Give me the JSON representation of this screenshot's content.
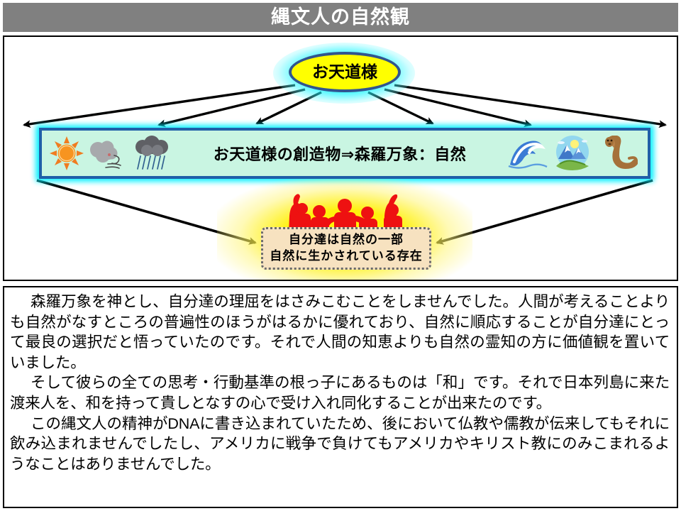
{
  "title": {
    "text": "縄文人の自然観"
  },
  "diagram": {
    "top_node": {
      "label": "お天道様",
      "fill_color": "#ffff00",
      "border_color": "#31558f",
      "glow_color": "#00ffff"
    },
    "band": {
      "label": "お天道様の創造物⇒森羅万象：自然",
      "fill_color": "#c9f5e2",
      "border_color": "#1f5fa8",
      "glow_color": "#00f0ff",
      "icons_left": [
        "sun-icon",
        "wind-cloud-icon",
        "rain-cloud-icon"
      ],
      "icons_right": [
        "wave-icon",
        "mountain-landscape-icon",
        "otter-icon"
      ]
    },
    "callout": {
      "line1": "自分達は自然の一部",
      "line2": "自然に生かされている存在",
      "fill_color": "#f7e2c0",
      "border_color": "#6b6b6b"
    },
    "people": {
      "icon": "cheering-people-silhouette",
      "color": "#ee1111",
      "count": 5,
      "glow_color": "#fff200"
    },
    "arrows": {
      "from_top_node_count": 6,
      "to_callout_count": 2,
      "color": "#000000"
    }
  },
  "body": {
    "paragraphs": [
      "森羅万象を神とし、自分達の理屈をはさみこむことをしませんでした。人間が考えることよりも自然がなすところの普遍性のほうがはるかに優れており、自然に順応することが自分達にとって最良の選択だと悟っていたのです。それで人間の知恵よりも自然の霊知の方に価値観を置いていました。",
      "そして彼らの全ての思考・行動基準の根っ子にあるものは「和」です。それで日本列島に来た渡来人を、和を持って貴しとなすの心で受け入れ同化することが出来たのです。",
      "この縄文人の精神がDNAに書き込まれていたため、後において仏教や儒教が伝来してもそれに飲み込まれませんでしたし、アメリカに戦争で負けてもアメリカやキリスト教にのみこまれるようなことはありませんでした。"
    ]
  }
}
